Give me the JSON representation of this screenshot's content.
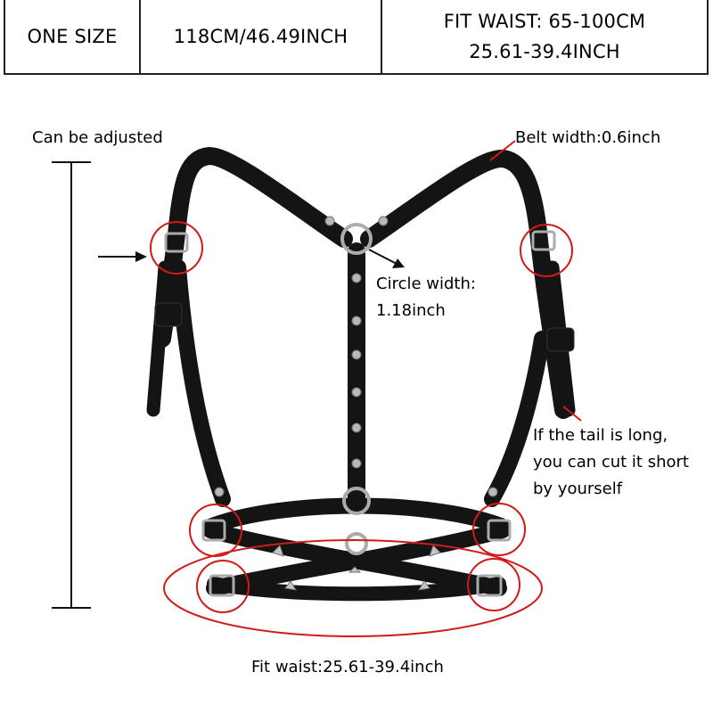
{
  "size_table": {
    "size": "ONE SIZE",
    "length": "118CM/46.49INCH",
    "fit_waist_line1": "FIT WAIST: 65-100CM",
    "fit_waist_line2": "25.61-39.4INCH"
  },
  "annotations": {
    "adjustable": "Can be adjusted",
    "belt_width": "Belt width:0.6inch",
    "circle_width_line1": "Circle width:",
    "circle_width_line2": "1.18inch",
    "tail_line1": "If the tail is long,",
    "tail_line2": "you can cut it short",
    "tail_line3": "by yourself",
    "fit_waist": "Fit waist:25.61-39.4inch"
  },
  "colors": {
    "leather": "#141414",
    "metal": "#a9abad",
    "highlight": "#d11a1a"
  }
}
